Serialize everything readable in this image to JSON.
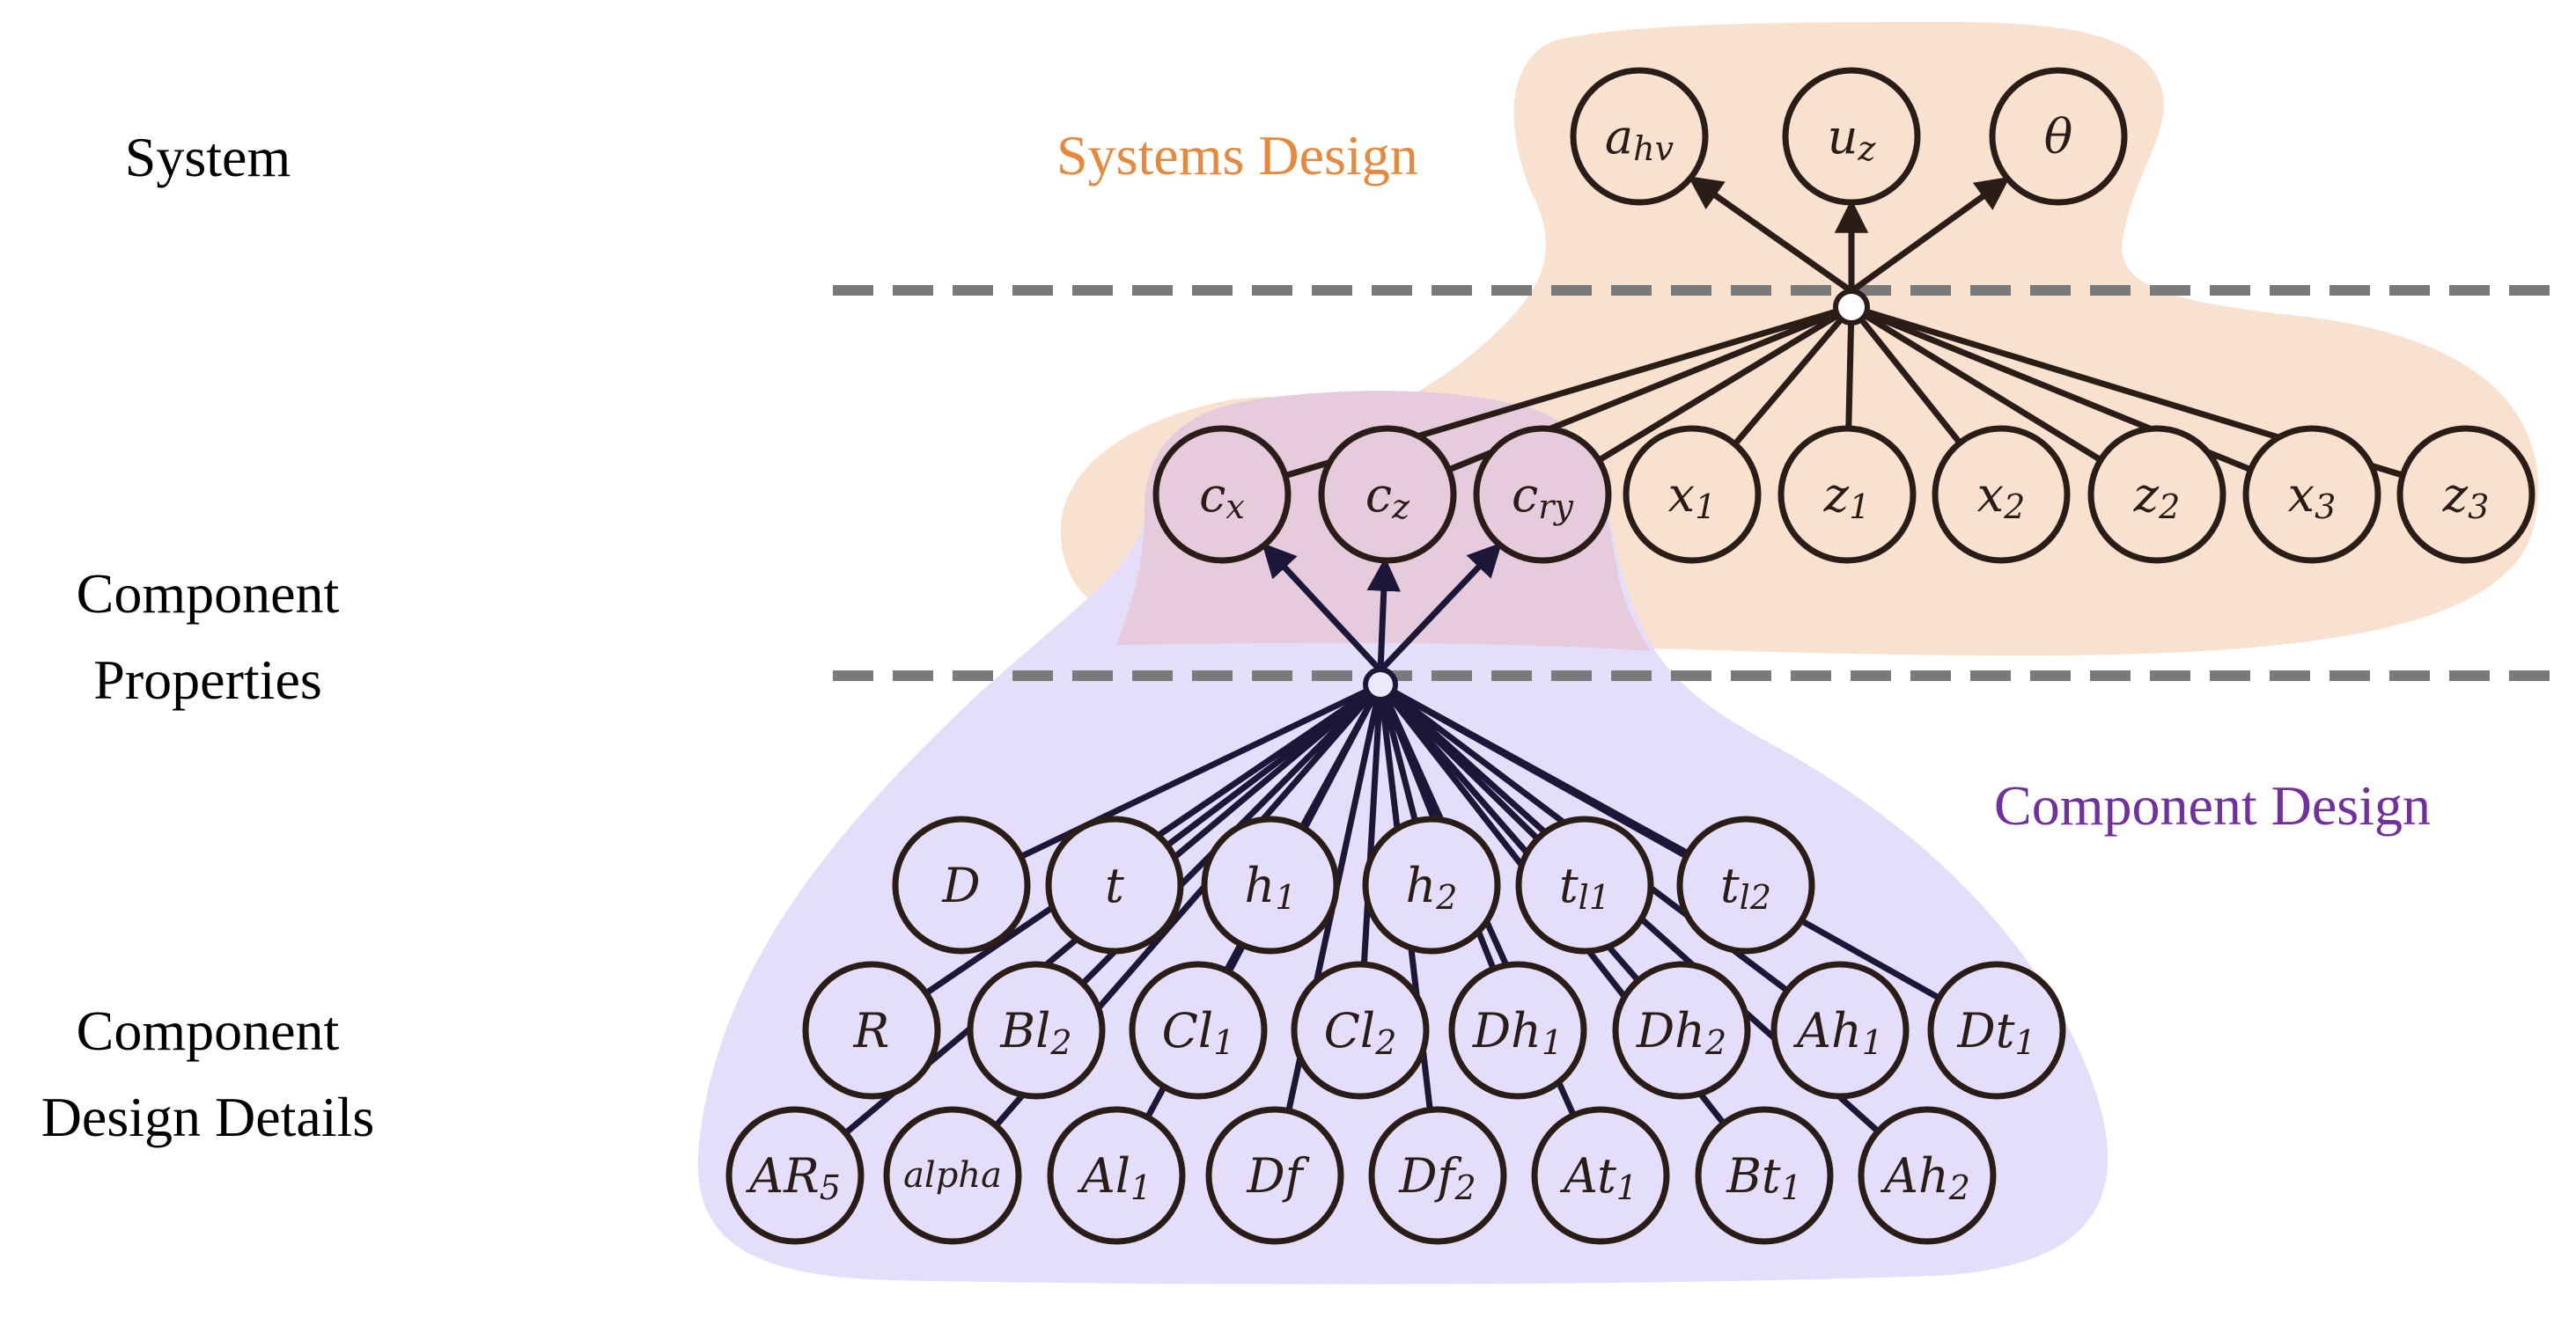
{
  "row_labels": {
    "system": "System",
    "component_properties": [
      "Component",
      "Properties"
    ],
    "component_design_details": [
      "Component",
      "Design Details"
    ]
  },
  "region_labels": {
    "systems_design": "Systems Design",
    "component_design": "Component Design"
  },
  "colors": {
    "systems_region_fill": "#f8e2cf",
    "component_region_fill": "#e5defa",
    "overlap_region_fill": "#e6cbdd",
    "systems_label": "#e8883a",
    "component_label": "#7030a0",
    "edge_brown": "#2a1d17",
    "edge_navy": "#1c1638",
    "dashed_line": "#7a7a7a"
  },
  "nodes": {
    "system": [
      {
        "id": "a_hv",
        "base": "a",
        "sub": "hv"
      },
      {
        "id": "u_z",
        "base": "u",
        "sub": "z"
      },
      {
        "id": "theta",
        "base": "θ",
        "sub": ""
      }
    ],
    "properties": [
      {
        "id": "c_x",
        "base": "c",
        "sub": "x"
      },
      {
        "id": "c_z",
        "base": "c",
        "sub": "z"
      },
      {
        "id": "c_ry",
        "base": "c",
        "sub": "ry"
      },
      {
        "id": "x_1",
        "base": "x",
        "sub": "1"
      },
      {
        "id": "z_1",
        "base": "z",
        "sub": "1"
      },
      {
        "id": "x_2",
        "base": "x",
        "sub": "2"
      },
      {
        "id": "z_2",
        "base": "z",
        "sub": "2"
      },
      {
        "id": "x_3",
        "base": "x",
        "sub": "3"
      },
      {
        "id": "z_3",
        "base": "z",
        "sub": "3"
      }
    ],
    "details_row1": [
      {
        "id": "D",
        "base": "D",
        "sub": ""
      },
      {
        "id": "t",
        "base": "t",
        "sub": ""
      },
      {
        "id": "h_1",
        "base": "h",
        "sub": "1"
      },
      {
        "id": "h_2",
        "base": "h",
        "sub": "2"
      },
      {
        "id": "t_l1",
        "base": "t",
        "sub": "l1"
      },
      {
        "id": "t_l2",
        "base": "t",
        "sub": "l2"
      }
    ],
    "details_row2": [
      {
        "id": "R",
        "base": "R",
        "sub": ""
      },
      {
        "id": "Bl_2",
        "base": "Bl",
        "sub": "2"
      },
      {
        "id": "Cl_1",
        "base": "Cl",
        "sub": "1"
      },
      {
        "id": "Cl_2",
        "base": "Cl",
        "sub": "2"
      },
      {
        "id": "Dh_1",
        "base": "Dh",
        "sub": "1"
      },
      {
        "id": "Dh_2",
        "base": "Dh",
        "sub": "2"
      },
      {
        "id": "Ah_1",
        "base": "Ah",
        "sub": "1"
      },
      {
        "id": "Dt_1",
        "base": "Dt",
        "sub": "1"
      }
    ],
    "details_row3": [
      {
        "id": "AR_5",
        "base": "AR",
        "sub": "5"
      },
      {
        "id": "alpha",
        "base": "alpha",
        "sub": "",
        "small": true
      },
      {
        "id": "Al_1",
        "base": "Al",
        "sub": "1"
      },
      {
        "id": "Df",
        "base": "Df",
        "sub": ""
      },
      {
        "id": "Df_2",
        "base": "Df",
        "sub": "2"
      },
      {
        "id": "At_1",
        "base": "At",
        "sub": "1"
      },
      {
        "id": "Bt_1",
        "base": "Bt",
        "sub": "1"
      },
      {
        "id": "Ah_2",
        "base": "Ah",
        "sub": "2"
      }
    ]
  }
}
